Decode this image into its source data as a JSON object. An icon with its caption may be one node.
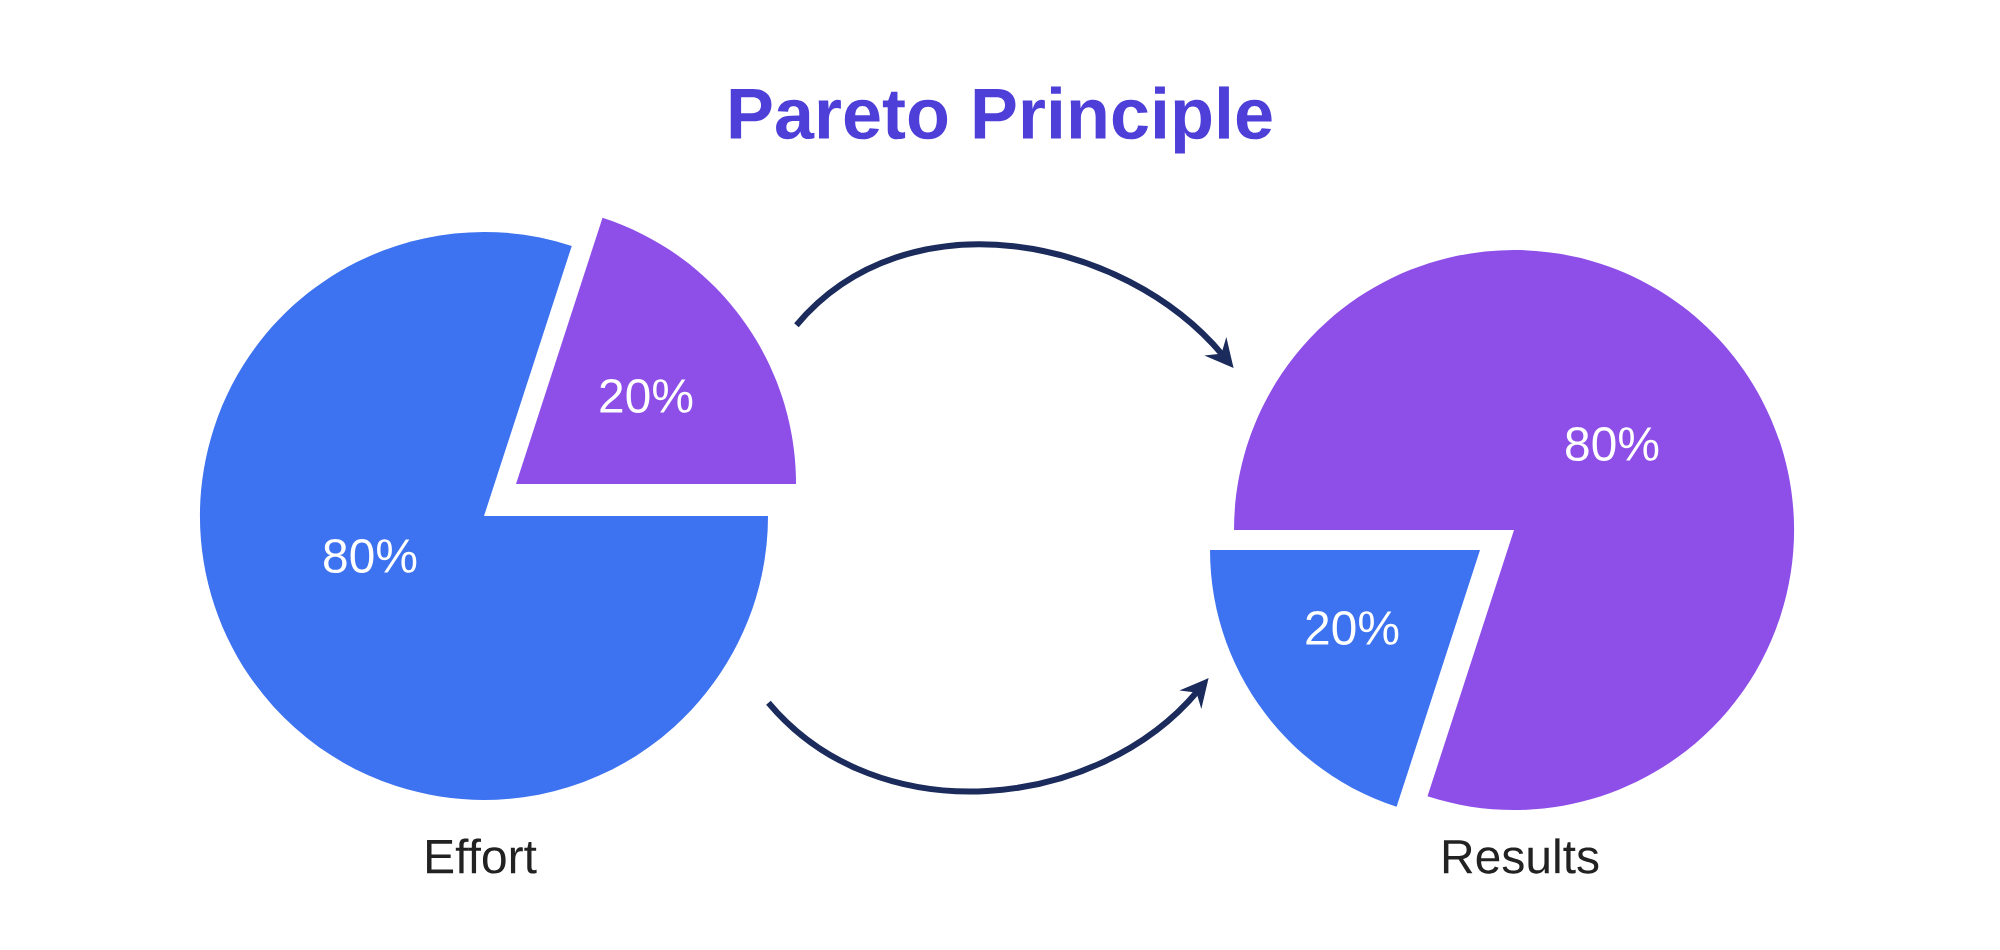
{
  "diagram": {
    "title": "Pareto Principle",
    "nodes": [
      {
        "text": [
          "80%"
        ]
      },
      {
        "text": [
          "20%"
        ]
      },
      {
        "text": [
          "80%"
        ]
      },
      {
        "text": [
          "20%"
        ]
      }
    ],
    "edges": [
      {
        "from": 1,
        "to": 2,
        "arrow": "to"
      },
      {
        "from": 0,
        "to": 3,
        "arrow": "to"
      }
    ],
    "labels": [
      "Effort",
      "Results"
    ]
  }
}
